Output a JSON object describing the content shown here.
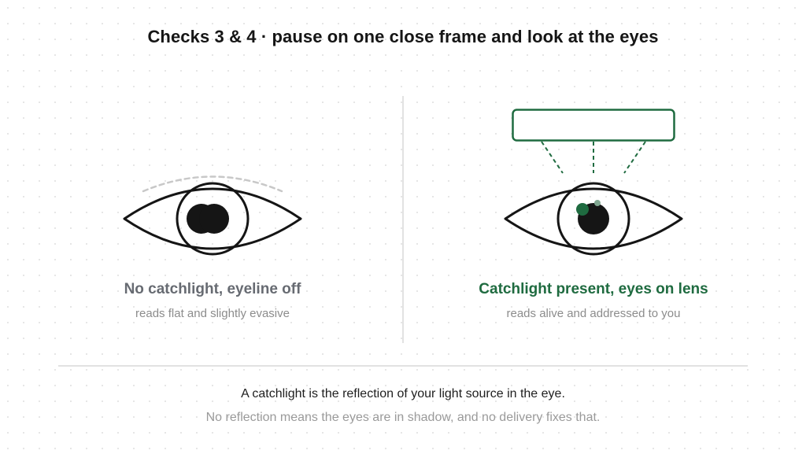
{
  "title": "Checks 3 & 4 · pause on one close frame and look at the eyes",
  "panels": {
    "left": {
      "heading": "No catchlight, eyeline off",
      "subtext": "reads flat and slightly evasive"
    },
    "right": {
      "heading": "Catchlight present, eyes on lens",
      "subtext": "reads alive and addressed to you"
    }
  },
  "caption": {
    "line1": "A catchlight is the reflection of your light source in the eye.",
    "line2": "No reflection means the eyes are in shadow, and no delivery fixes that."
  },
  "colors": {
    "ink": "#151515",
    "green": "#1f6b40",
    "muted_heading": "#676b72",
    "muted_text": "#8c8c8c",
    "divider": "#e2e2e2",
    "brow": "#c8c8c8"
  }
}
